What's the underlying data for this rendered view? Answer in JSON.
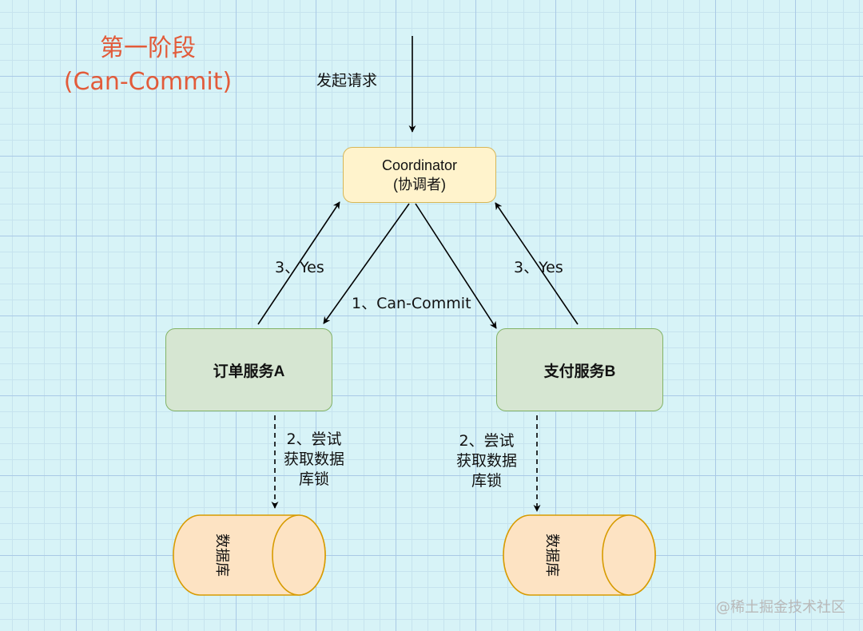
{
  "phase": {
    "title_line1": "第一阶段",
    "title_line2": "(Can-Commit)"
  },
  "request_label": "发起请求",
  "coordinator": {
    "line1": "Coordinator",
    "line2": "(协调者)"
  },
  "services": {
    "a": "订单服务A",
    "b": "支付服务B"
  },
  "edges": {
    "can_commit": "1、Can-Commit",
    "yes_left": "3、Yes",
    "yes_right": "3、Yes"
  },
  "lock_step": {
    "line1": "2、尝试",
    "line2": "获取数据",
    "line3": "库锁"
  },
  "database_label": "数据库",
  "watermark": "@稀土掘金技术社区",
  "colors": {
    "phase_title": "#e25b3a",
    "coordinator_fill": "#fff3cc",
    "coordinator_border": "#d6b656",
    "service_fill": "#d6e6d2",
    "service_border": "#82b366",
    "database_fill": "#fde3c3",
    "database_border": "#d79b00"
  }
}
